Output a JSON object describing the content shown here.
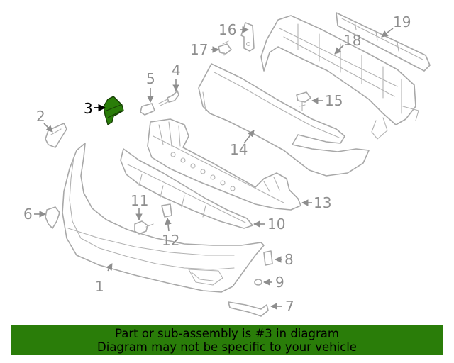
{
  "diagram": {
    "callouts": [
      "1",
      "2",
      "3",
      "4",
      "5",
      "6",
      "7",
      "8",
      "9",
      "10",
      "11",
      "12",
      "13",
      "14",
      "15",
      "16",
      "17",
      "18",
      "19"
    ],
    "highlighted_callout": "3",
    "highlight_color": "#2a7d09",
    "line_color": "#a8a8a8"
  },
  "banner": {
    "line1": "Part or sub-assembly is #3 in diagram",
    "line2": "Diagram may not be specific to your vehicle",
    "background": "#2a7d09"
  }
}
